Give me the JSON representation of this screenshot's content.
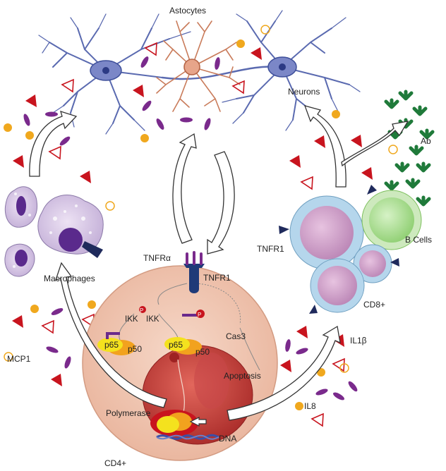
{
  "labels": {
    "astocytes": "Astocytes",
    "neurons": "Neurons",
    "ab": "Ab",
    "b_cells": "B Cells",
    "tnfr1_left": "TNFR1",
    "cd8": "CD8+",
    "il1b": "IL1β",
    "il8": "IL8",
    "macrophages": "Macrophages",
    "mcp1": "MCP1",
    "tnfra": "TNFRα",
    "tnfr1_cell": "TNFR1",
    "ikk1": "IKK",
    "ikk2": "IKK",
    "p_mark1": "P",
    "p_mark2": "P",
    "p65_left": "p65",
    "p50_left": "p50",
    "p65_right": "p65",
    "p50_right": "p50",
    "cas3": "Cas3",
    "apoptosis": "Apoptosis",
    "polymerase": "Polymerase",
    "dna": "DNA",
    "cd4": "CD4+"
  },
  "colors": {
    "cell_body": "#f2c9b4",
    "nucleus": "#c8403c",
    "receptor": "#1f3a78",
    "cytokine_triangle": "#c8141e",
    "cytokine_dot": "#f0a81e",
    "cytokine_ellipse": "#7a2a8c",
    "antibody": "#1f7a3a",
    "macrophage": "#c9b5dc",
    "neuron": "#5a6ab0",
    "astrocyte": "#c97b5a"
  }
}
